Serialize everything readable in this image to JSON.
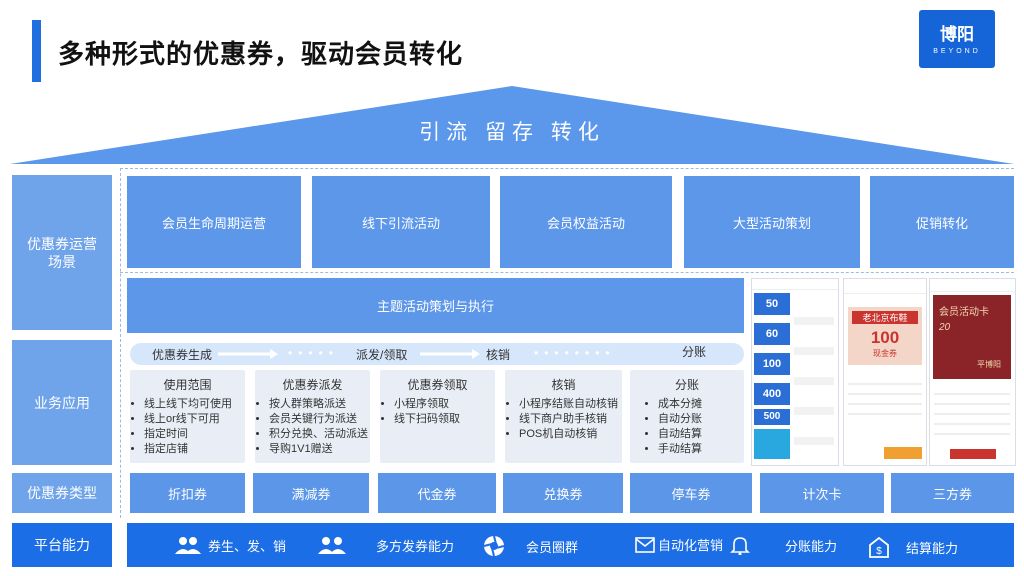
{
  "title": "多种形式的优惠券，驱动会员转化",
  "logo": {
    "name": "博阳",
    "sub": "BEYOND"
  },
  "roof_text": "引流 留存 转化",
  "rows": {
    "scenes": "优惠券运营场景",
    "business": "业务应用",
    "types": "优惠券类型",
    "platform": "平台能力"
  },
  "scenes": [
    "会员生命周期运营",
    "线下引流活动",
    "会员权益活动",
    "大型活动策划",
    "促销转化"
  ],
  "theme_bar": "主题活动策划与执行",
  "flow": [
    "优惠券生成",
    "派发/领取",
    "核销",
    "分账"
  ],
  "cards": [
    {
      "title": "使用范围",
      "items": [
        "线上线下均可使用",
        "线上or线下可用",
        "指定时间",
        "指定店铺"
      ]
    },
    {
      "title": "优惠券派发",
      "items": [
        "按人群策略派送",
        "会员关键行为派送",
        "积分兑换、活动派送",
        "导购1V1赠送"
      ]
    },
    {
      "title": "优惠券领取",
      "items": [
        "小程序领取",
        "线下扫码领取"
      ]
    },
    {
      "title": "核销",
      "items": [
        "小程序结账自动核销",
        "线下商户助手核销",
        "POS机自动核销"
      ]
    },
    {
      "title": "分账",
      "items": [
        "成本分摊",
        "自动分账",
        "自动结算",
        "手动结算"
      ]
    }
  ],
  "coupon_types": [
    "折扣券",
    "满减券",
    "代金券",
    "兑换券",
    "停车券",
    "计次卡",
    "三方券"
  ],
  "platform": [
    {
      "label": "券生、发、销",
      "icon": "users-icon"
    },
    {
      "label": "多方发券能力",
      "icon": "users-icon"
    },
    {
      "label": "会员圈群",
      "icon": "aperture-icon"
    },
    {
      "label": "自动化营销",
      "icon": "mail-icon"
    },
    {
      "label": "分账能力",
      "icon": "bell-icon"
    },
    {
      "label": "结算能力",
      "icon": "settlement-icon"
    }
  ],
  "phones": {
    "p1_values": [
      "50",
      "60",
      "100",
      "400",
      "500"
    ],
    "p2": {
      "shop": "老北京布鞋",
      "amount": "100",
      "unit": "现金券"
    },
    "p3": {
      "title": "会员活动卡",
      "discount": "20",
      "brand": "平博阳"
    }
  },
  "colors": {
    "accent": "#1b6ee6",
    "roof": "#5b97ea",
    "box": "#6fa3ea"
  }
}
